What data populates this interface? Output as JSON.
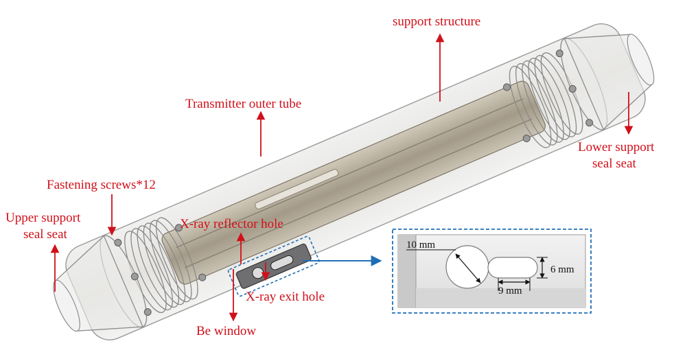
{
  "labels": {
    "support_structure": "support structure",
    "outer_tube": "Transmitter outer tube",
    "lower_seat_line1": "Lower support",
    "lower_seat_line2": "seal seat",
    "fastening_screws": "Fastening screws*12",
    "upper_seat_line1": "Upper support",
    "upper_seat_line2": "seal seat",
    "reflector_hole": "X-ray reflector hole",
    "exit_hole": "X-ray exit hole",
    "be_window": "Be window"
  },
  "inset": {
    "dim_diameter": "10 mm",
    "dim_height": "6 mm",
    "dim_width": "9 mm"
  },
  "colors": {
    "label_red": "#d0101a",
    "callout_blue": "#1f6fb8"
  }
}
